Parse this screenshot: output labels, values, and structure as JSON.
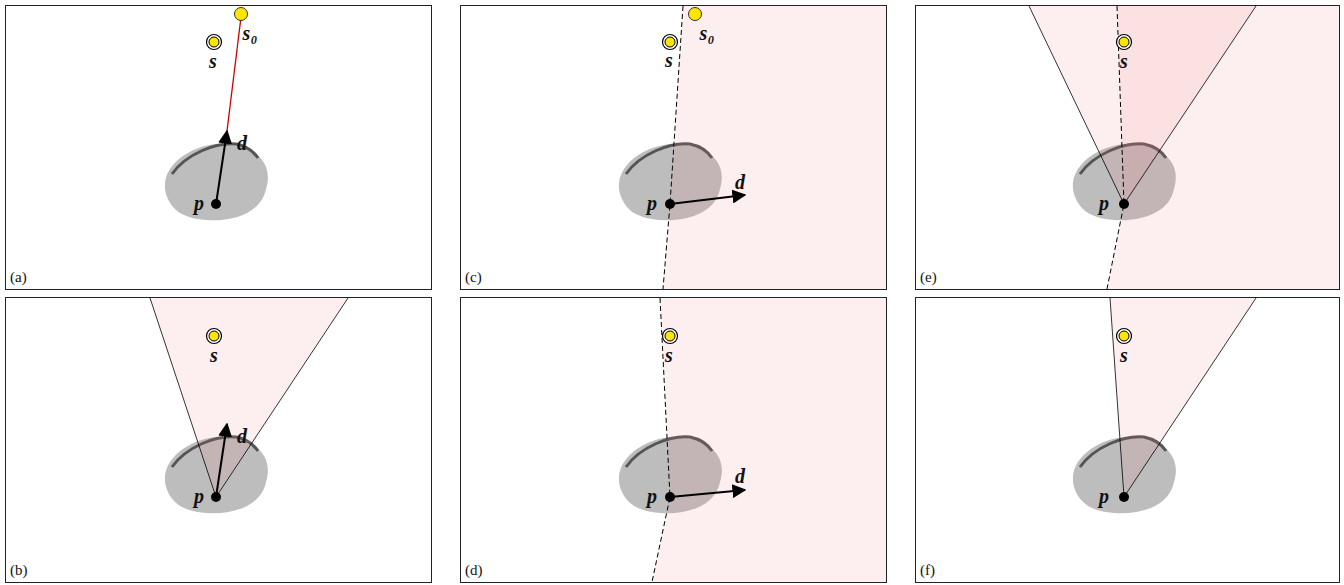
{
  "diagram": {
    "nodes": [
      {
        "text": [
          "(a)"
        ]
      },
      {
        "text": [
          "(c)"
        ]
      },
      {
        "text": [
          "(e)"
        ]
      },
      {
        "text": [
          "(b)"
        ]
      },
      {
        "text": [
          "(d)"
        ]
      },
      {
        "text": [
          "(f)"
        ]
      }
    ],
    "labels": [
      "s₀",
      "s",
      "d",
      "p",
      "s",
      "s₀",
      "p",
      "d",
      "s",
      "p",
      "s",
      "d",
      "p",
      "s",
      "p",
      "d",
      "s",
      "p"
    ]
  }
}
